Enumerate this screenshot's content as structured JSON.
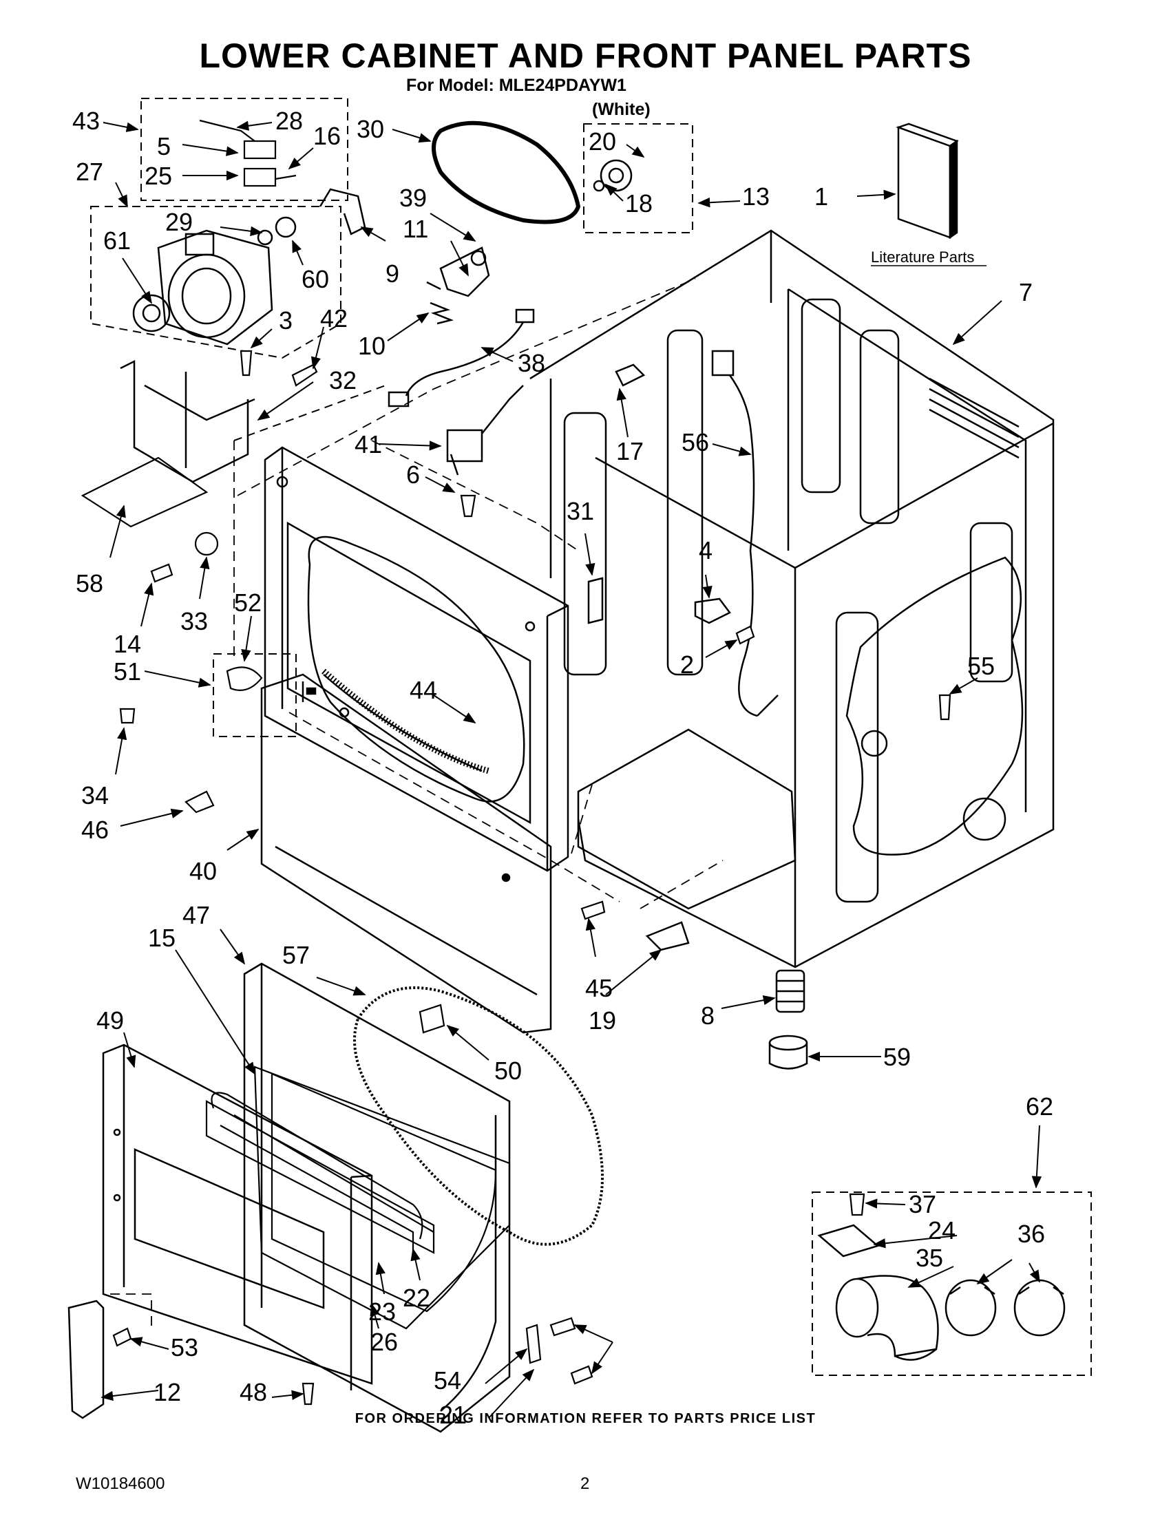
{
  "header": {
    "title": "LOWER CABINET AND FRONT PANEL PARTS",
    "model_line": "For Model: MLE24PDAYW1",
    "color_note": "(White)"
  },
  "literature_label": "Literature Parts",
  "callouts": [
    "43",
    "28",
    "5",
    "16",
    "25",
    "30",
    "20",
    "18",
    "13",
    "1",
    "27",
    "29",
    "61",
    "60",
    "9",
    "39",
    "11",
    "7",
    "3",
    "42",
    "10",
    "38",
    "32",
    "17",
    "56",
    "41",
    "6",
    "31",
    "58",
    "4",
    "33",
    "14",
    "52",
    "51",
    "2",
    "55",
    "44",
    "34",
    "46",
    "40",
    "45",
    "19",
    "47",
    "15",
    "57",
    "8",
    "59",
    "49",
    "50",
    "62",
    "37",
    "24",
    "36",
    "35",
    "23",
    "22",
    "26",
    "53",
    "54",
    "21",
    "12",
    "48"
  ],
  "footer": {
    "ordering_note": "FOR ORDERING INFORMATION REFER TO PARTS PRICE LIST",
    "doc_number": "W10184600",
    "page_number": "2"
  }
}
